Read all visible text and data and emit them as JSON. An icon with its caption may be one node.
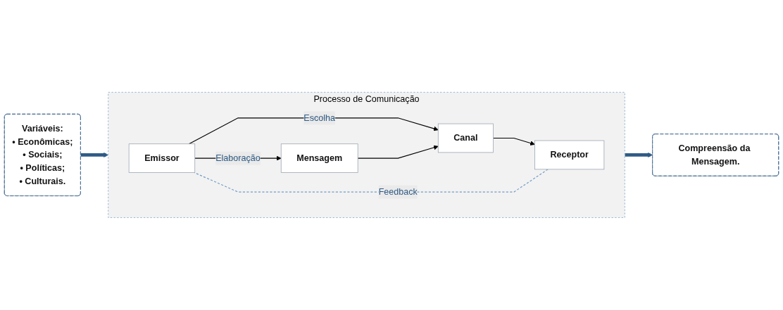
{
  "diagram": {
    "nodes": [
      {
        "text": [
          "Variáveis:",
          "• Econômicas;",
          "• Sociais;",
          "• Políticas;",
          "• Culturais."
        ]
      },
      {
        "text": [
          "Processo de Comunicação"
        ]
      },
      {
        "text": [
          "Emissor"
        ],
        "in": 1
      },
      {
        "text": [
          "Mensagem"
        ],
        "in": 1
      },
      {
        "text": [
          "Canal"
        ],
        "in": 1
      },
      {
        "text": [
          "Receptor"
        ],
        "in": 1
      },
      {
        "text": [
          "Compreensão da Mensagem."
        ]
      }
    ],
    "edges": [
      {
        "from": 0,
        "to": 1,
        "arrow": "to",
        "style": "thick",
        "color": "#2f5b86"
      },
      {
        "from": 2,
        "to": 3,
        "arrow": "to",
        "label": "Elaboração"
      },
      {
        "from": 2,
        "to": 4,
        "arrow": "to",
        "label": "Escolha"
      },
      {
        "from": 3,
        "to": 4,
        "arrow": "to"
      },
      {
        "from": 4,
        "to": 5,
        "arrow": "to"
      },
      {
        "from": 5,
        "to": 2,
        "arrow": "none",
        "label": "Feedback",
        "style": "dashed",
        "color": "#6f9cc9"
      },
      {
        "from": 1,
        "to": 6,
        "arrow": "to",
        "style": "thick",
        "color": "#2f5b86"
      }
    ]
  }
}
